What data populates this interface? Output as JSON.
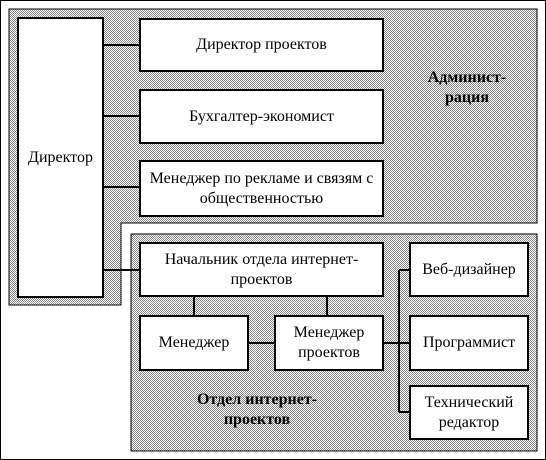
{
  "colors": {
    "background": "#ffffff",
    "dotted_region": "#d4d4d4",
    "stroke": "#000000"
  },
  "director": "Директор",
  "admin": {
    "boxes": [
      "Директор проектов",
      "Бухгалтер-экономист",
      "Менеджер по рекламе и связям с общественностью"
    ],
    "label": "Админист-рация"
  },
  "dept": {
    "head": "Начальник отдела интернет-проектов",
    "manager": "Менеджер",
    "project_manager": "Менеджер проектов",
    "specialists": [
      "Веб-дизайнер",
      "Программист",
      "Технический редактор"
    ],
    "label": "Отдел интернет-проектов"
  }
}
